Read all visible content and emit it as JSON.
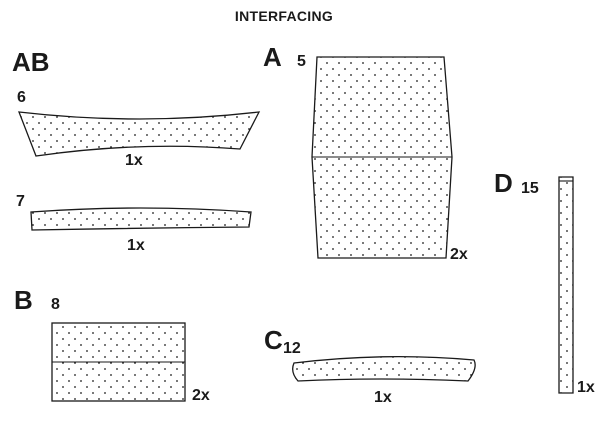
{
  "title": "INTERFACING",
  "groups": {
    "ab": {
      "label": "AB"
    },
    "a": {
      "label": "A"
    },
    "b": {
      "label": "B"
    },
    "c": {
      "label": "C"
    },
    "d": {
      "label": "D"
    }
  },
  "pieces": {
    "p6": {
      "number": "6",
      "quantity": "1x"
    },
    "p7": {
      "number": "7",
      "quantity": "1x"
    },
    "p5": {
      "number": "5",
      "quantity": "2x"
    },
    "p8": {
      "number": "8",
      "quantity": "2x"
    },
    "p12": {
      "number": "12",
      "quantity": "1x"
    },
    "p15": {
      "number": "15",
      "quantity": "1x"
    }
  }
}
